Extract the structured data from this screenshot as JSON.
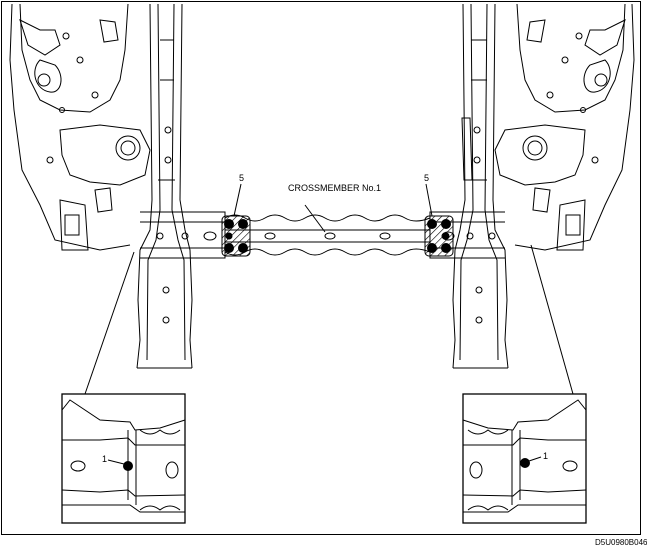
{
  "diagram": {
    "crossmember_label": "CROSSMEMBER No.1",
    "callout_left_top": "5",
    "callout_right_top": "5",
    "detail_left_callout": "1",
    "detail_right_callout": "1",
    "figure_code": "D5U0980B046"
  },
  "colors": {
    "line": "#000000",
    "background": "#ffffff"
  }
}
